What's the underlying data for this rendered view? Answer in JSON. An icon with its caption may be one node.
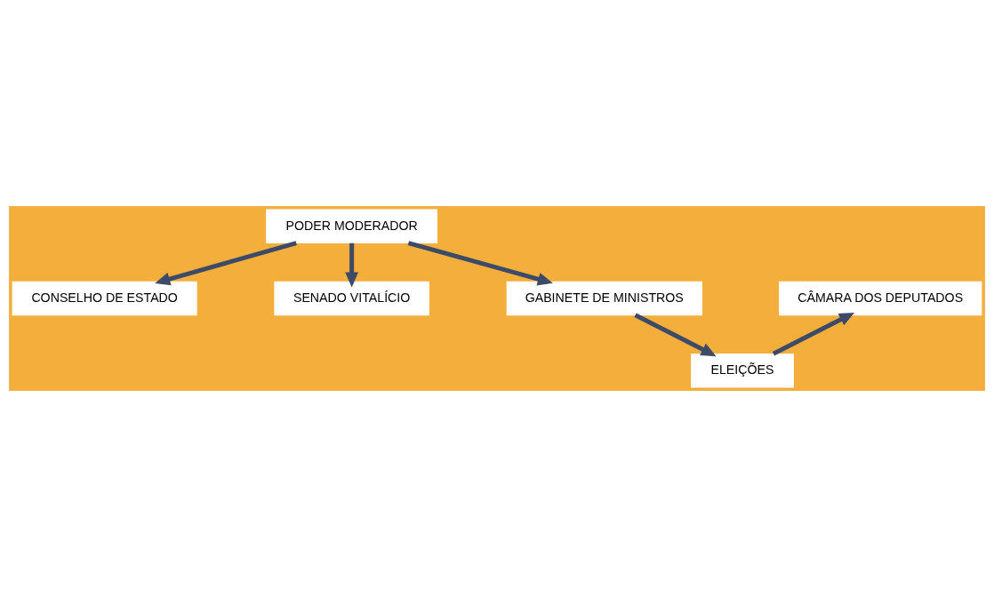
{
  "diagram": {
    "nodes": [
      {
        "text": [
          "PODER MODERADOR"
        ]
      },
      {
        "text": [
          "CONSELHO DE ESTADO"
        ]
      },
      {
        "text": [
          "SENADO VITALÍCIO"
        ]
      },
      {
        "text": [
          "GABINETE DE MINISTROS"
        ]
      },
      {
        "text": [
          "CÂMARA DOS DEPUTADOS"
        ]
      },
      {
        "text": [
          "ELEIÇÕES"
        ]
      }
    ],
    "edges": [
      {
        "from": 0,
        "to": 1,
        "arrow": "to"
      },
      {
        "from": 0,
        "to": 3,
        "arrow": "to"
      },
      {
        "from": 0,
        "to": 2,
        "arrow": "to"
      },
      {
        "from": 3,
        "to": 5,
        "arrow": "to"
      },
      {
        "from": 5,
        "to": 4,
        "arrow": "to"
      }
    ]
  }
}
